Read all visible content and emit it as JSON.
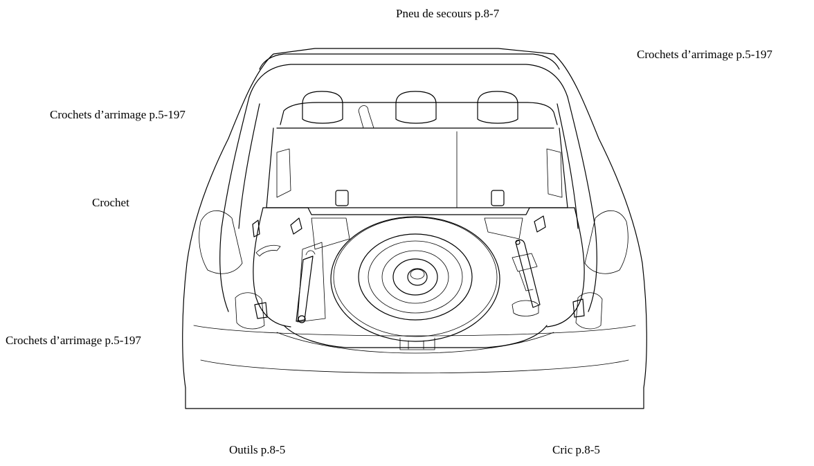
{
  "labels": {
    "spare_tire": "Pneu de secours p.8-7",
    "tie_down_right": "Crochets d’arrimage p.5-197",
    "tie_down_upper_left": "Crochets d’arrimage p.5-197",
    "hook": "Crochet",
    "tie_down_lower_left": "Crochets d’arrimage p.5-197",
    "tools": "Outils p.8-5",
    "jack": "Cric p.8-5"
  },
  "colors": {
    "line": "#000000",
    "background": "#ffffff"
  }
}
